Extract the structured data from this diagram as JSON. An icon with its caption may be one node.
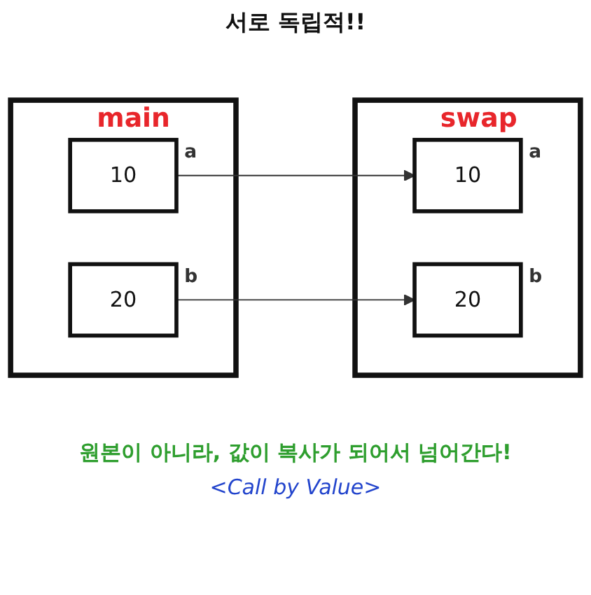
{
  "diagram": {
    "caption": "<Call by Value>",
    "nodes": [
      {
        "text": [
          "main"
        ]
      },
      {
        "text": [
          "10"
        ],
        "in": 0,
        "beside": [
          "a"
        ]
      },
      {
        "text": [
          "20"
        ],
        "in": 0,
        "beside": [
          "b"
        ]
      },
      {
        "text": [
          "swap"
        ]
      },
      {
        "text": [
          "10"
        ],
        "in": 3,
        "beside": [
          "a"
        ]
      },
      {
        "text": [
          "20"
        ],
        "in": 3,
        "beside": [
          "b"
        ]
      }
    ],
    "edges": [
      {
        "from": 1,
        "to": 4,
        "arrow": "to"
      },
      {
        "from": 2,
        "to": 5,
        "arrow": "to"
      }
    ],
    "labels": [
      "서로 독립적!!",
      "원본이 아니라, 값이 복사가 되어서 넘어간다!"
    ]
  }
}
